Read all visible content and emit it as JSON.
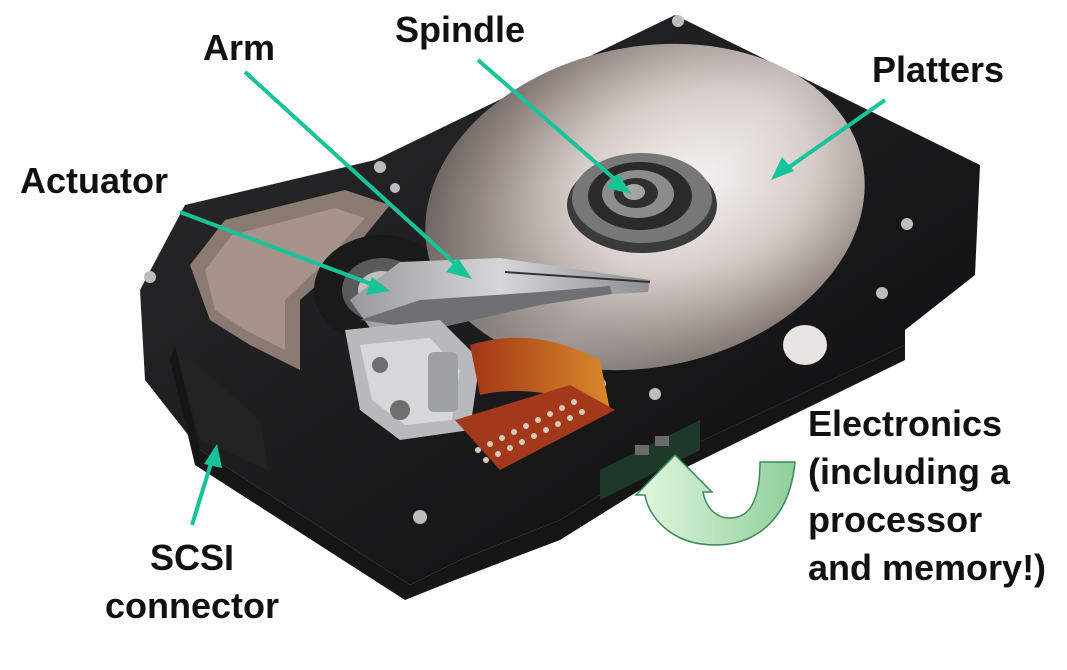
{
  "labels": {
    "spindle": "Spindle",
    "arm": "Arm",
    "platters": "Platters",
    "actuator": "Actuator",
    "electronics": [
      "Electronics",
      "(including a",
      "processor",
      "and memory!)"
    ],
    "scsi": [
      "SCSI",
      "connector"
    ]
  },
  "colors": {
    "arrow": "#17c49a",
    "callout_fill": "#c8ecc4",
    "callout_fill_dark": "#8fcf9a",
    "callout_stroke": "#3c8a58",
    "label": "#111111"
  },
  "icons": {
    "drive": "hard-disk-drive-illustration",
    "callout": "curved-arrow-icon"
  }
}
